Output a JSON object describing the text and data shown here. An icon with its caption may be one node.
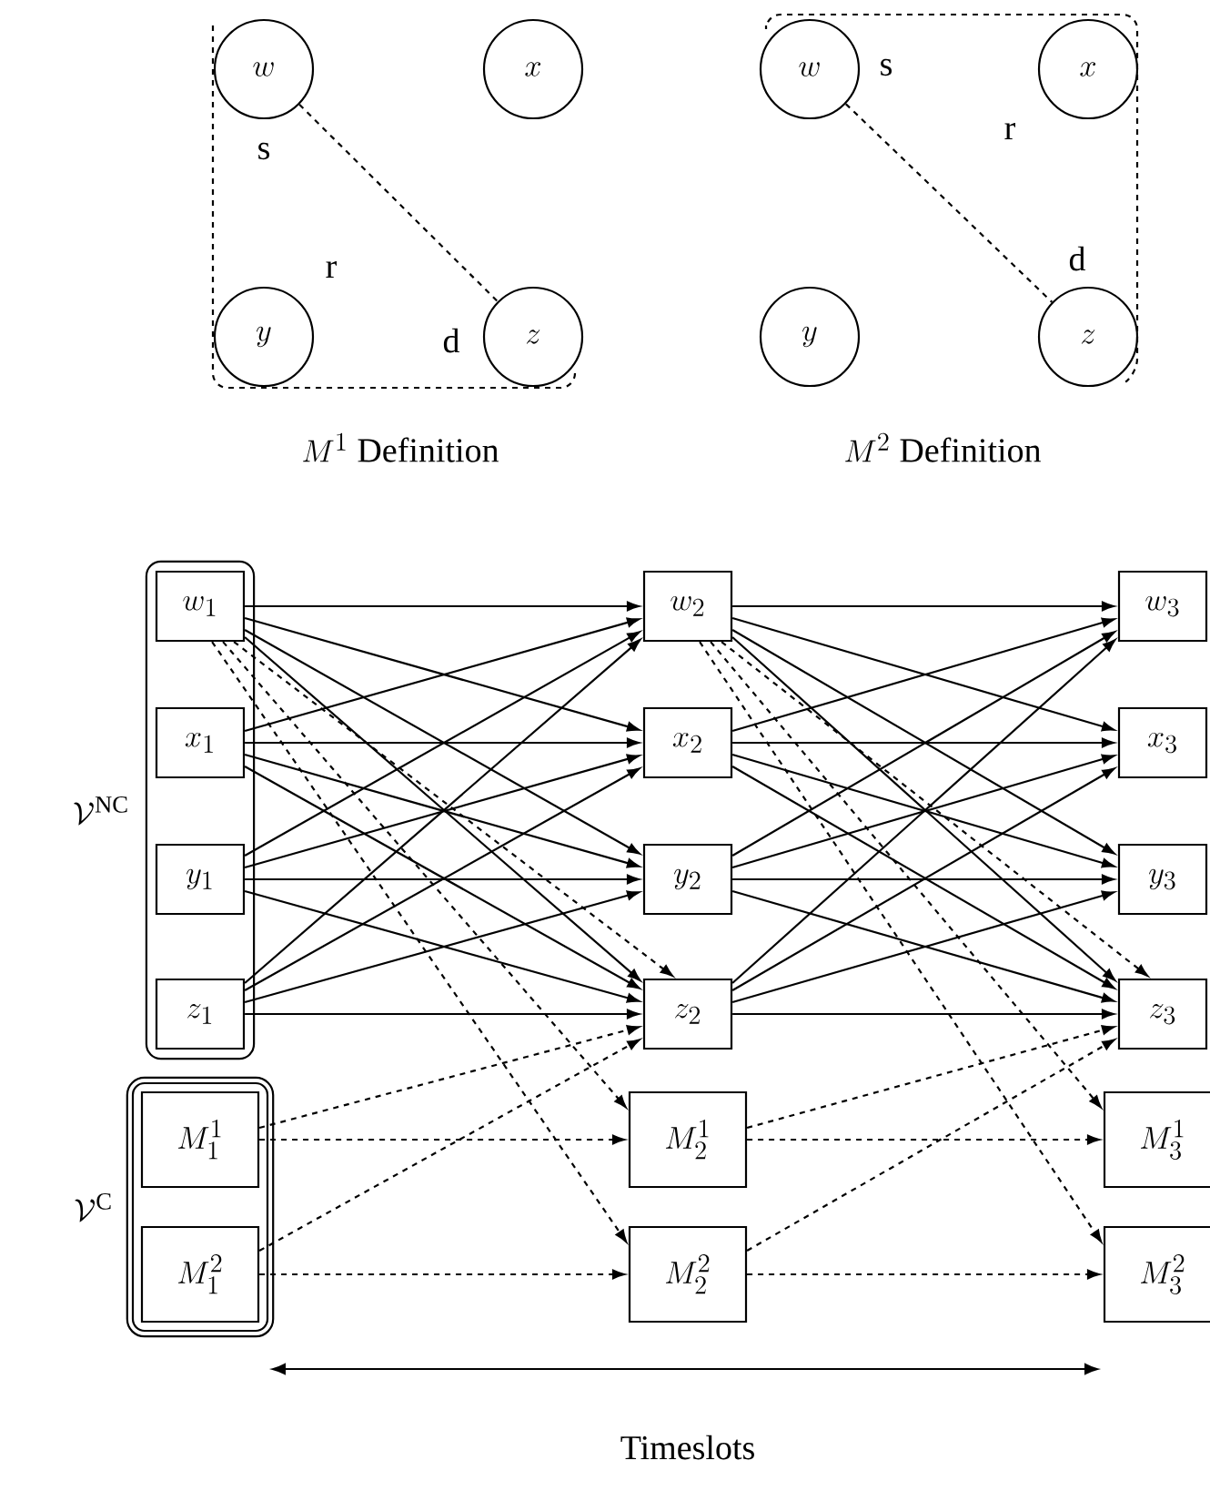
{
  "diagram": {
    "nodes": [
      {
        "text": [
          "w"
        ],
        "beside": [
          "s"
        ]
      },
      {
        "text": [
          "x"
        ]
      },
      {
        "text": [
          "y"
        ]
      },
      {
        "text": [
          "z"
        ],
        "beside": [
          "d"
        ]
      },
      {
        "text": [
          "w"
        ],
        "beside": [
          "s"
        ]
      },
      {
        "text": [
          "x"
        ]
      },
      {
        "text": [
          "y"
        ]
      },
      {
        "text": [
          "z"
        ],
        "beside": [
          "d"
        ]
      },
      {
        "text": [
          "\\mathcal{V}^{\\mathrm{NC}}"
        ]
      },
      {
        "text": [
          "w_1"
        ],
        "in": 8
      },
      {
        "text": [
          "x_1"
        ],
        "in": 8
      },
      {
        "text": [
          "y_1"
        ],
        "in": 8
      },
      {
        "text": [
          "z_1"
        ],
        "in": 8
      },
      {
        "text": [
          "\\mathcal{V}^{\\mathrm{C}}"
        ]
      },
      {
        "text": [
          "M_1^1"
        ],
        "in": 13
      },
      {
        "text": [
          "M_1^2"
        ],
        "in": 13
      },
      {
        "text": [
          "w_2"
        ]
      },
      {
        "text": [
          "x_2"
        ]
      },
      {
        "text": [
          "y_2"
        ]
      },
      {
        "text": [
          "z_2"
        ]
      },
      {
        "text": [
          "M_2^1"
        ]
      },
      {
        "text": [
          "M_2^2"
        ]
      },
      {
        "text": [
          "w_3"
        ]
      },
      {
        "text": [
          "x_3"
        ]
      },
      {
        "text": [
          "y_3"
        ]
      },
      {
        "text": [
          "z_3"
        ]
      },
      {
        "text": [
          "M_3^1"
        ]
      },
      {
        "text": [
          "M_3^2"
        ]
      }
    ],
    "edges": [
      {
        "from": 0,
        "to": 3,
        "arrow": "none",
        "style": "dashed"
      },
      {
        "from": 4,
        "to": 7,
        "arrow": "none",
        "style": "dashed"
      },
      {
        "from": 9,
        "to": 16,
        "arrow": "to"
      },
      {
        "from": 9,
        "to": 17,
        "arrow": "to"
      },
      {
        "from": 9,
        "to": 18,
        "arrow": "to"
      },
      {
        "from": 9,
        "to": 19,
        "arrow": "to"
      },
      {
        "from": 10,
        "to": 16,
        "arrow": "to"
      },
      {
        "from": 10,
        "to": 17,
        "arrow": "to"
      },
      {
        "from": 10,
        "to": 18,
        "arrow": "to"
      },
      {
        "from": 10,
        "to": 19,
        "arrow": "to"
      },
      {
        "from": 11,
        "to": 16,
        "arrow": "to"
      },
      {
        "from": 11,
        "to": 17,
        "arrow": "to"
      },
      {
        "from": 11,
        "to": 18,
        "arrow": "to"
      },
      {
        "from": 11,
        "to": 19,
        "arrow": "to"
      },
      {
        "from": 12,
        "to": 16,
        "arrow": "to"
      },
      {
        "from": 12,
        "to": 17,
        "arrow": "to"
      },
      {
        "from": 12,
        "to": 18,
        "arrow": "to"
      },
      {
        "from": 12,
        "to": 19,
        "arrow": "to"
      },
      {
        "from": 9,
        "to": 19,
        "arrow": "to",
        "style": "dashed"
      },
      {
        "from": 9,
        "to": 20,
        "arrow": "to",
        "style": "dashed"
      },
      {
        "from": 9,
        "to": 21,
        "arrow": "to",
        "style": "dashed"
      },
      {
        "from": 14,
        "to": 19,
        "arrow": "to",
        "style": "dashed"
      },
      {
        "from": 14,
        "to": 20,
        "arrow": "to",
        "style": "dashed"
      },
      {
        "from": 15,
        "to": 19,
        "arrow": "to",
        "style": "dashed"
      },
      {
        "from": 15,
        "to": 21,
        "arrow": "to",
        "style": "dashed"
      },
      {
        "from": 16,
        "to": 22,
        "arrow": "to"
      },
      {
        "from": 16,
        "to": 23,
        "arrow": "to"
      },
      {
        "from": 16,
        "to": 24,
        "arrow": "to"
      },
      {
        "from": 16,
        "to": 25,
        "arrow": "to"
      },
      {
        "from": 17,
        "to": 22,
        "arrow": "to"
      },
      {
        "from": 17,
        "to": 23,
        "arrow": "to"
      },
      {
        "from": 17,
        "to": 24,
        "arrow": "to"
      },
      {
        "from": 17,
        "to": 25,
        "arrow": "to"
      },
      {
        "from": 18,
        "to": 22,
        "arrow": "to"
      },
      {
        "from": 18,
        "to": 23,
        "arrow": "to"
      },
      {
        "from": 18,
        "to": 24,
        "arrow": "to"
      },
      {
        "from": 18,
        "to": 25,
        "arrow": "to"
      },
      {
        "from": 19,
        "to": 22,
        "arrow": "to"
      },
      {
        "from": 19,
        "to": 23,
        "arrow": "to"
      },
      {
        "from": 19,
        "to": 24,
        "arrow": "to"
      },
      {
        "from": 19,
        "to": 25,
        "arrow": "to"
      },
      {
        "from": 16,
        "to": 25,
        "arrow": "to",
        "style": "dashed"
      },
      {
        "from": 16,
        "to": 26,
        "arrow": "to",
        "style": "dashed"
      },
      {
        "from": 16,
        "to": 27,
        "arrow": "to",
        "style": "dashed"
      },
      {
        "from": 20,
        "to": 25,
        "arrow": "to",
        "style": "dashed"
      },
      {
        "from": 20,
        "to": 26,
        "arrow": "to",
        "style": "dashed"
      },
      {
        "from": 21,
        "to": 25,
        "arrow": "to",
        "style": "dashed"
      },
      {
        "from": 21,
        "to": 27,
        "arrow": "to",
        "style": "dashed"
      }
    ],
    "labels": [
      "r",
      "r",
      "M^1 \\text{ Definition}",
      "M^2 \\text{ Definition}",
      "Timeslots"
    ]
  }
}
